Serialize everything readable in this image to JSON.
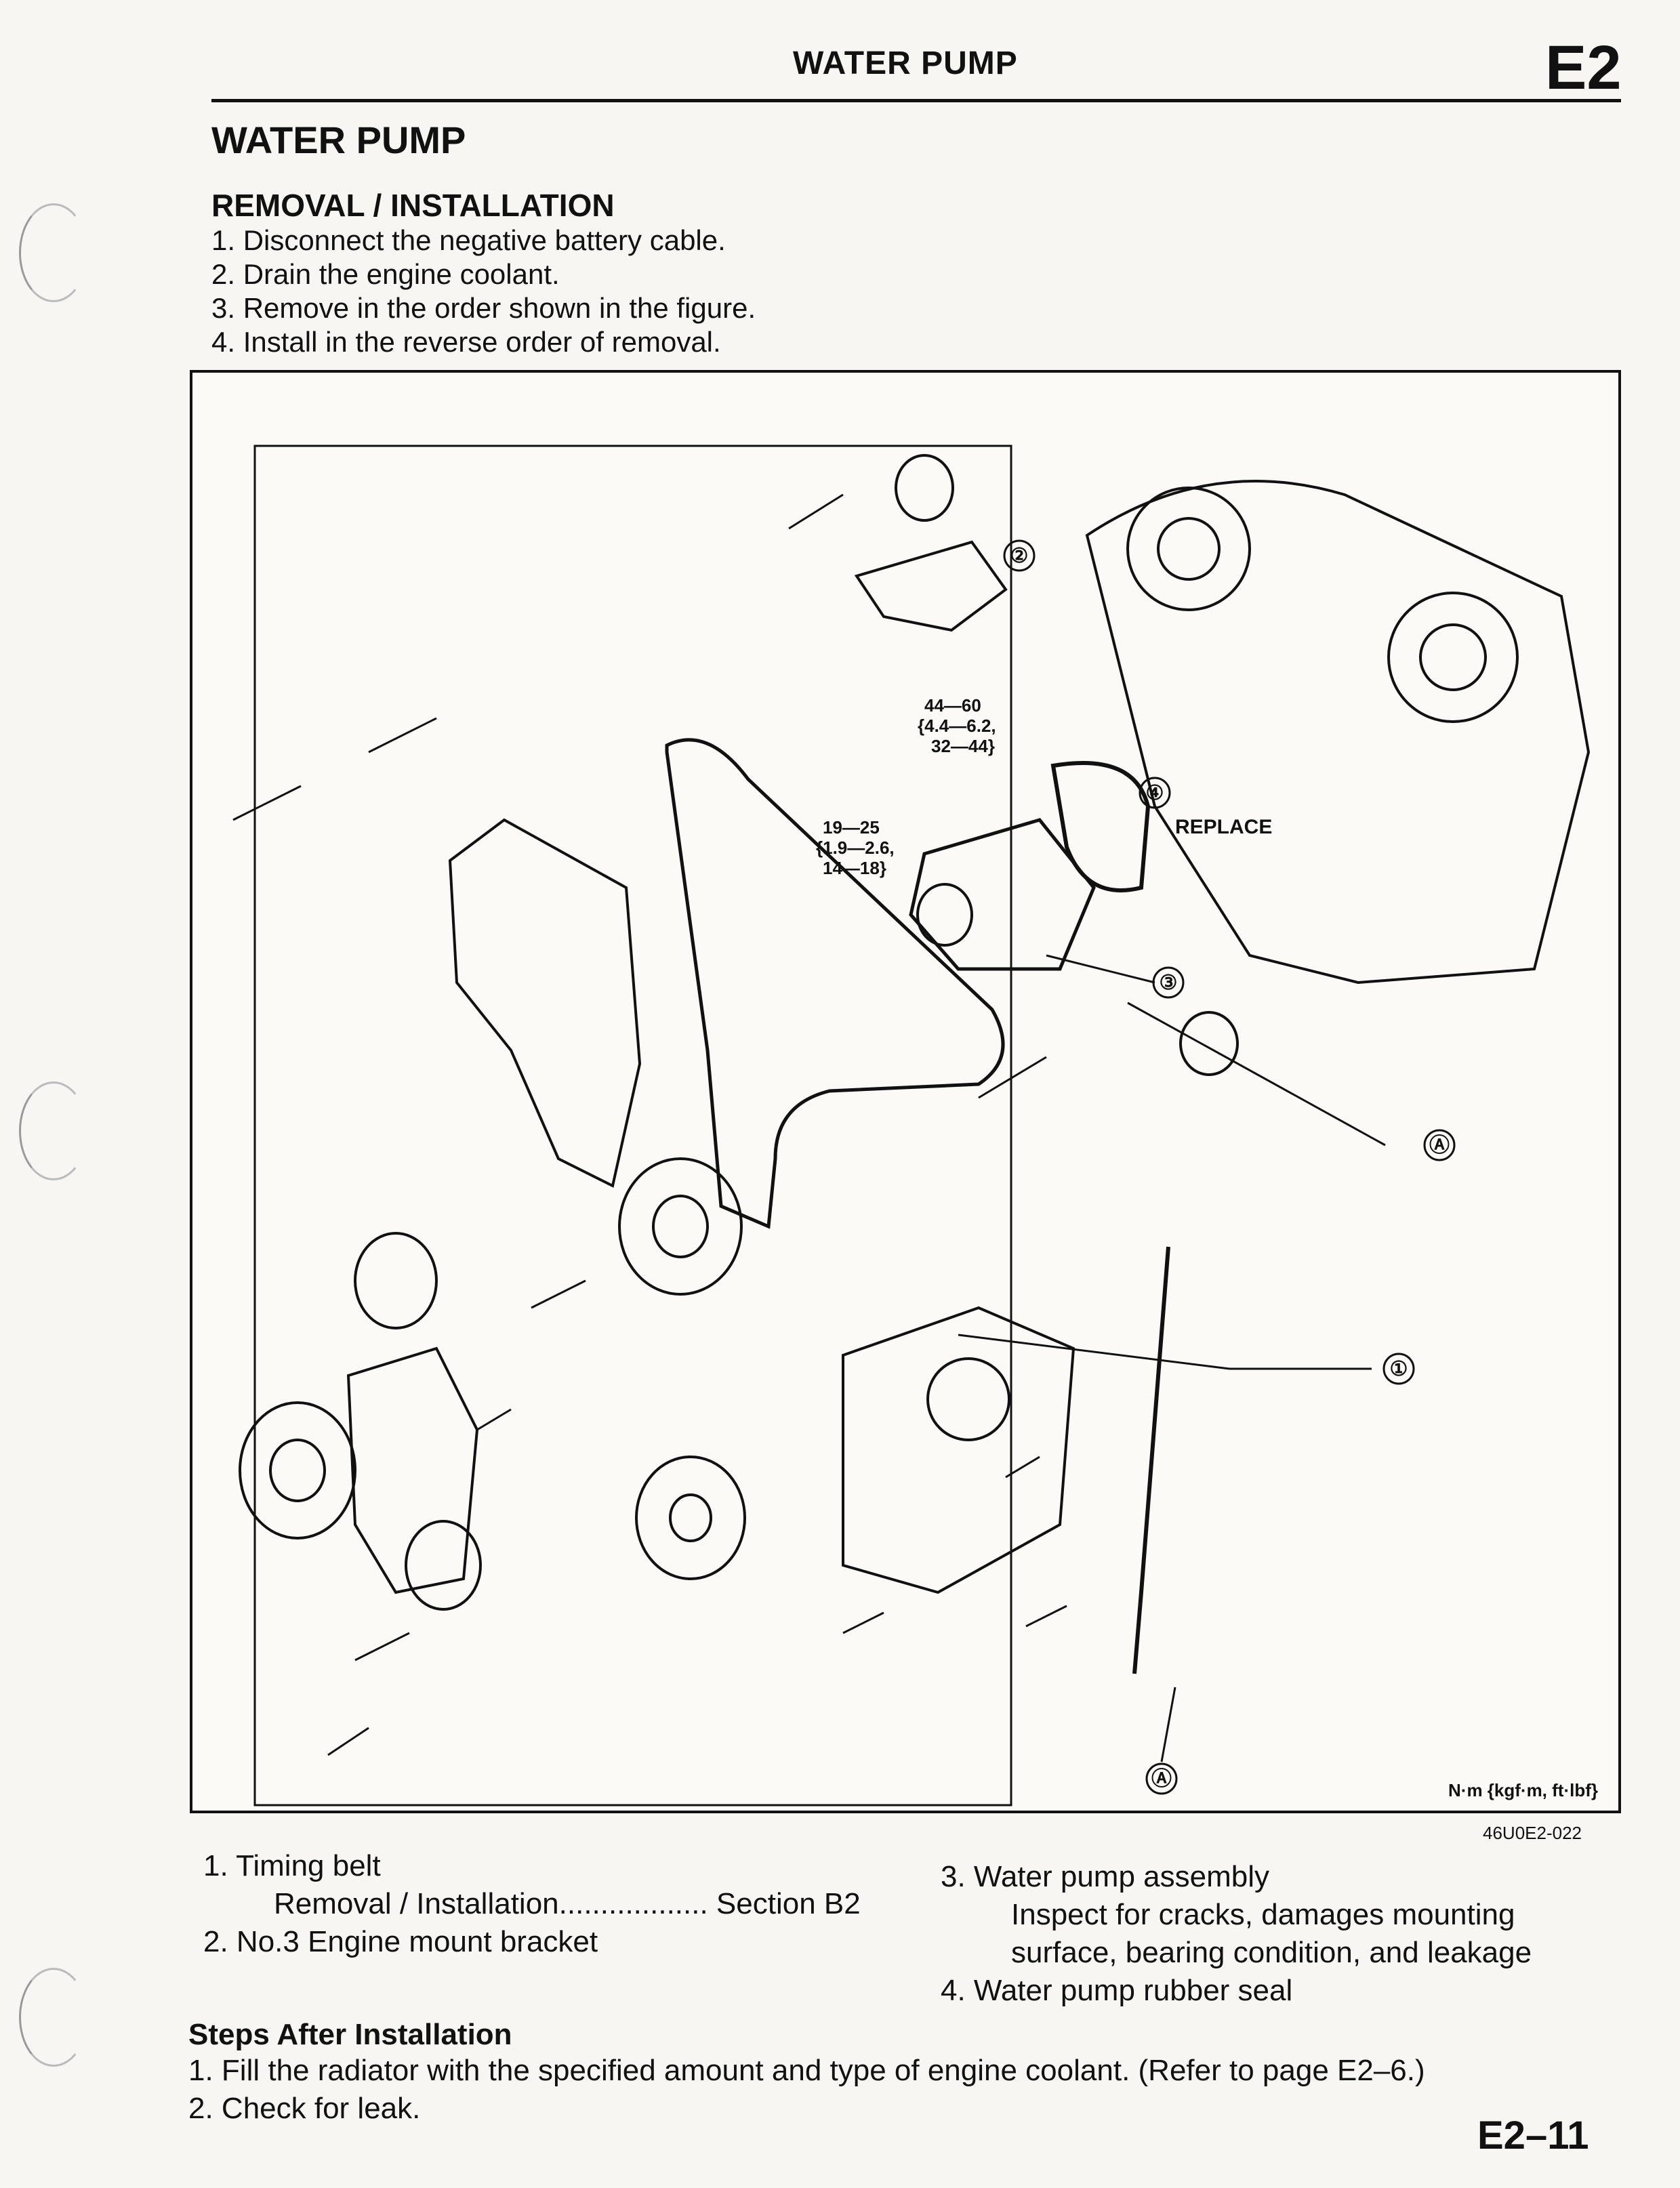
{
  "header": {
    "title": "WATER PUMP",
    "section_code": "E2"
  },
  "page_title": "WATER PUMP",
  "removal": {
    "heading": "REMOVAL / INSTALLATION",
    "steps": [
      "1. Disconnect the negative battery cable.",
      "2. Drain the engine coolant.",
      "3. Remove in the order shown in the figure.",
      "4. Install in the reverse order of removal."
    ]
  },
  "figure": {
    "callouts": [
      "①",
      "②",
      "③",
      "④",
      "Ⓐ"
    ],
    "replace_label": "REPLACE",
    "torque_1": [
      "44—60",
      "{4.4—6.2,",
      "32—44}"
    ],
    "torque_2": [
      "19—25",
      "{1.9—2.6,",
      "14—18}"
    ],
    "units": "N·m {kgf·m, ft·lbf}",
    "code": "46U0E2-022"
  },
  "legend": {
    "item1": "1. Timing belt",
    "item1_sub": "Removal / Installation.................. Section B2",
    "item2": "2. No.3 Engine mount bracket",
    "item3": "3. Water pump assembly",
    "item3_sub": "Inspect for cracks, damages mounting surface, bearing condition, and leakage",
    "item4": "4. Water pump rubber seal"
  },
  "after": {
    "heading": "Steps After Installation",
    "steps": [
      "1. Fill the radiator with the specified amount and type of engine coolant. (Refer to page E2–6.)",
      "2. Check for leak."
    ]
  },
  "page_number": "E2–11"
}
